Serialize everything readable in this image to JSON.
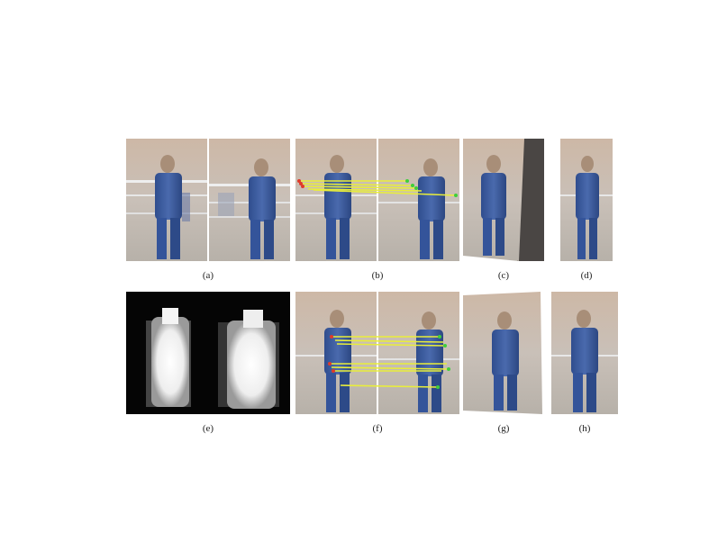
{
  "figure": {
    "panels": [
      {
        "id": "a",
        "caption": "(a)",
        "kind": "image-pair"
      },
      {
        "id": "b",
        "caption": "(b)",
        "kind": "image-pair-with-matches"
      },
      {
        "id": "c",
        "caption": "(c)",
        "kind": "warped-image"
      },
      {
        "id": "d",
        "caption": "(d)",
        "kind": "single-image"
      },
      {
        "id": "e",
        "caption": "(e)",
        "kind": "saliency-map-pair"
      },
      {
        "id": "f",
        "caption": "(f)",
        "kind": "image-pair-with-matches"
      },
      {
        "id": "g",
        "caption": "(g)",
        "kind": "warped-image"
      },
      {
        "id": "h",
        "caption": "(h)",
        "kind": "single-image"
      }
    ],
    "colors": {
      "match_line": "#e9ee3a",
      "keypoint_left": "#e03a2a",
      "keypoint_right": "#3fcf3a",
      "clothing_blue": "#3d5a9a",
      "background_wall": "#c8b9aa"
    }
  }
}
